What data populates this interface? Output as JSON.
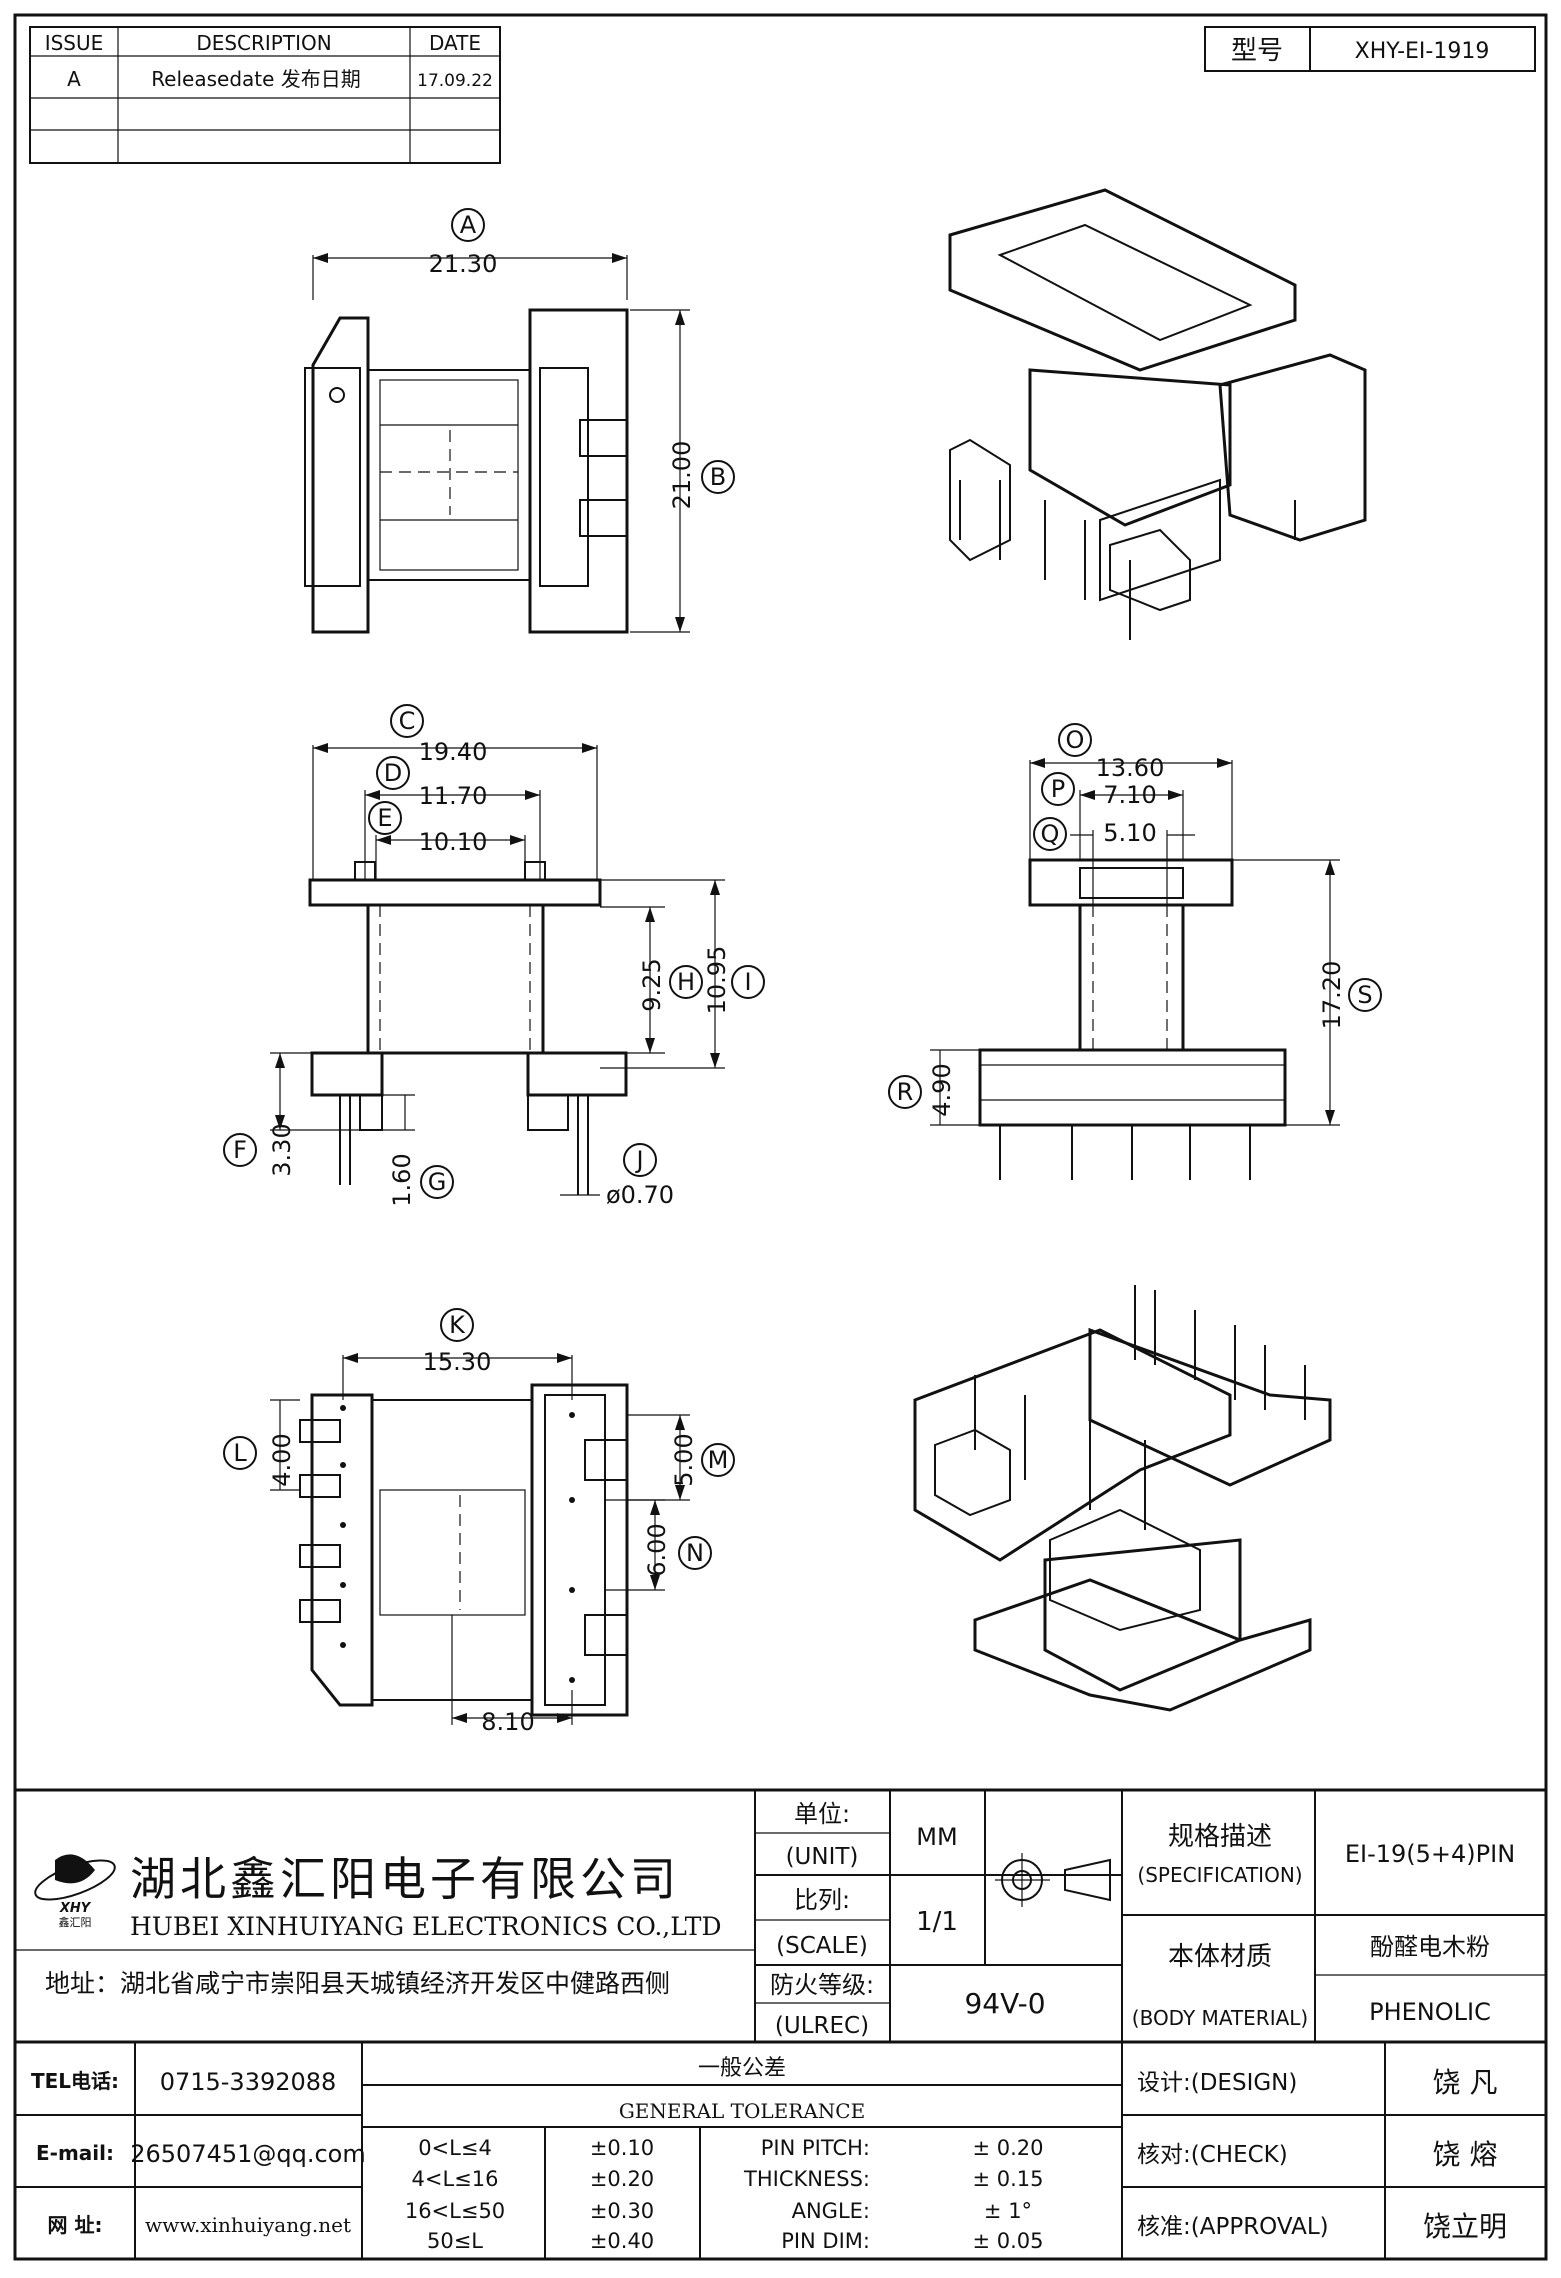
{
  "revision_table": {
    "headers": [
      "ISSUE",
      "DESCRIPTION",
      "DATE"
    ],
    "rows": [
      {
        "issue": "A",
        "description": "Releasedate 发布日期",
        "date": "17.09.22"
      }
    ]
  },
  "model": {
    "label": "型号",
    "value": "XHY-EI-1919"
  },
  "dimensions": {
    "top_view": [
      {
        "label": "A",
        "value": "21.30"
      },
      {
        "label": "B",
        "value": "21.00"
      }
    ],
    "front_view": [
      {
        "label": "C",
        "value": "19.40"
      },
      {
        "label": "D",
        "value": "11.70"
      },
      {
        "label": "E",
        "value": "10.10"
      },
      {
        "label": "H",
        "value": "9.25"
      },
      {
        "label": "I",
        "value": "10.95"
      },
      {
        "label": "F",
        "value": "3.30"
      },
      {
        "label": "G",
        "value": "1.60"
      },
      {
        "label": "J",
        "value": "ø0.70"
      }
    ],
    "side_view": [
      {
        "label": "O",
        "value": "13.60"
      },
      {
        "label": "P",
        "value": "7.10"
      },
      {
        "label": "Q",
        "value": "5.10"
      },
      {
        "label": "S",
        "value": "17.20"
      },
      {
        "label": "R",
        "value": "4.90"
      }
    ],
    "bottom_view": [
      {
        "label": "K",
        "value": "15.30"
      },
      {
        "label": "L",
        "value": "4.00"
      },
      {
        "label": "M",
        "value": "5.00"
      },
      {
        "label": "N",
        "value": "6.00"
      },
      {
        "label": "",
        "value": "8.10"
      }
    ]
  },
  "title_block": {
    "logo_text": "XHY",
    "logo_sub": "鑫汇阳",
    "company_cn": "湖北鑫汇阳电子有限公司",
    "company_en": "HUBEI XINHUIYANG ELECTRONICS CO.,LTD",
    "address": "地址：湖北省咸宁市崇阳县天城镇经济开发区中健路西侧",
    "unit_label_cn": "单位:",
    "unit_label_en": "(UNIT)",
    "unit_value": "MM",
    "scale_label_cn": "比列:",
    "scale_label_en": "(SCALE)",
    "scale_value": "1/1",
    "ulrec_label_cn": "防火等级:",
    "ulrec_label_en": "(ULREC)",
    "ulrec_value": "94V-0",
    "spec_label_cn": "规格描述",
    "spec_label_en": "(SPECIFICATION)",
    "spec_value": "EI-19(5+4)PIN",
    "material_label_cn": "本体材质",
    "material_label_en": "(BODY MATERIAL)",
    "material_value_cn": "酚醛电木粉",
    "material_value_en": "PHENOLIC",
    "tel_label": "TEL电话:",
    "tel_value": "0715-3392088",
    "email_label": "E-mail:",
    "email_value": "26507451@qq.com",
    "web_label": "网  址:",
    "web_value": "www.xinhuiyang.net",
    "tolerance_cn": "一般公差",
    "tolerance_en": "GENERAL TOLERANCE",
    "tolerance_ranges": [
      {
        "range": "0<L≤4",
        "tol": "±0.10"
      },
      {
        "range": "4<L≤16",
        "tol": "±0.20"
      },
      {
        "range": "16<L≤50",
        "tol": "±0.30"
      },
      {
        "range": "50≤L",
        "tol": "±0.40"
      }
    ],
    "tolerance_items": [
      {
        "name": "PIN PITCH:",
        "tol": "± 0.20"
      },
      {
        "name": "THICKNESS:",
        "tol": "± 0.15"
      },
      {
        "name": "ANGLE:",
        "tol": "± 1°"
      },
      {
        "name": "PIN DIM:",
        "tol": "± 0.05"
      }
    ],
    "design_label": "设计:(DESIGN)",
    "design_value": "饶  凡",
    "check_label": "核对:(CHECK)",
    "check_value": "饶  熔",
    "approval_label": "核准:(APPROVAL)",
    "approval_value": "饶立明"
  }
}
